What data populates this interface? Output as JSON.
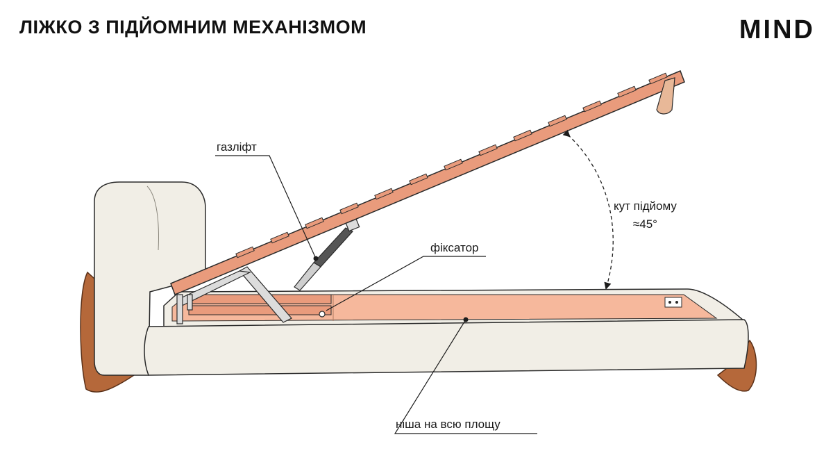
{
  "header": {
    "title": "ЛІЖКО З ПІДЙОМНИМ МЕХАНІЗМОМ",
    "brand_logo": "MIND"
  },
  "callouts": {
    "gas_lift": "газліфт",
    "latch": "фіксатор",
    "angle_line1": "кут підйому",
    "angle_line2": "≈45°",
    "storage_niche": "ніша на всю площу"
  },
  "colors": {
    "frame_orange": "#E99B7C",
    "storage_fill": "#F6B89C",
    "upholstery": "#F1EEE6",
    "wood_leg": "#B5683A",
    "line": "#1c1c1c"
  }
}
